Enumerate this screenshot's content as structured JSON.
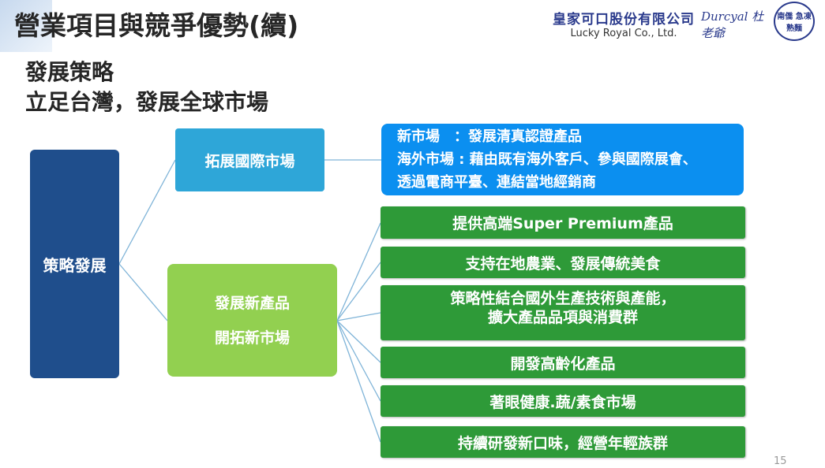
{
  "header": {
    "title": "營業項目與競爭優勢(續)",
    "company_cn": "皇家可口股份有限公司",
    "company_en": "Lucky Royal Co., Ltd.",
    "logo2": "Durcyal 杜老爺",
    "logo3": "南僑 急凍熟麵"
  },
  "subtitle": {
    "line1": "發展策略",
    "line2": "立足台灣，發展全球市場"
  },
  "diagram": {
    "root": "策略發展",
    "branch1": "拓展國際市場",
    "branch1_detail": [
      "新市場　：發展清真認證產品",
      "海外市場 : 藉由既有海外客戶、參與國際展會、",
      "透過電商平臺、連結當地經銷商"
    ],
    "branch2": [
      "發展新產品",
      "開拓新市場"
    ],
    "branch2_items": [
      [
        "提供高端Super Premium產品"
      ],
      [
        "支持在地農業、發展傳統美食"
      ],
      [
        "策略性結合國外生產技術與產能，",
        "擴大產品品項與消費群"
      ],
      [
        "開發高齡化產品"
      ],
      [
        "著眼健康.蔬/素食市場"
      ],
      [
        "持續研發新口味，經營年輕族群"
      ]
    ]
  },
  "page_number": "15",
  "colors": {
    "root": "#1f4e8c",
    "branch1": "#2ea6d8",
    "detail": "#0b8ff0",
    "branch2": "#92d050",
    "items": "#2e9a38"
  }
}
